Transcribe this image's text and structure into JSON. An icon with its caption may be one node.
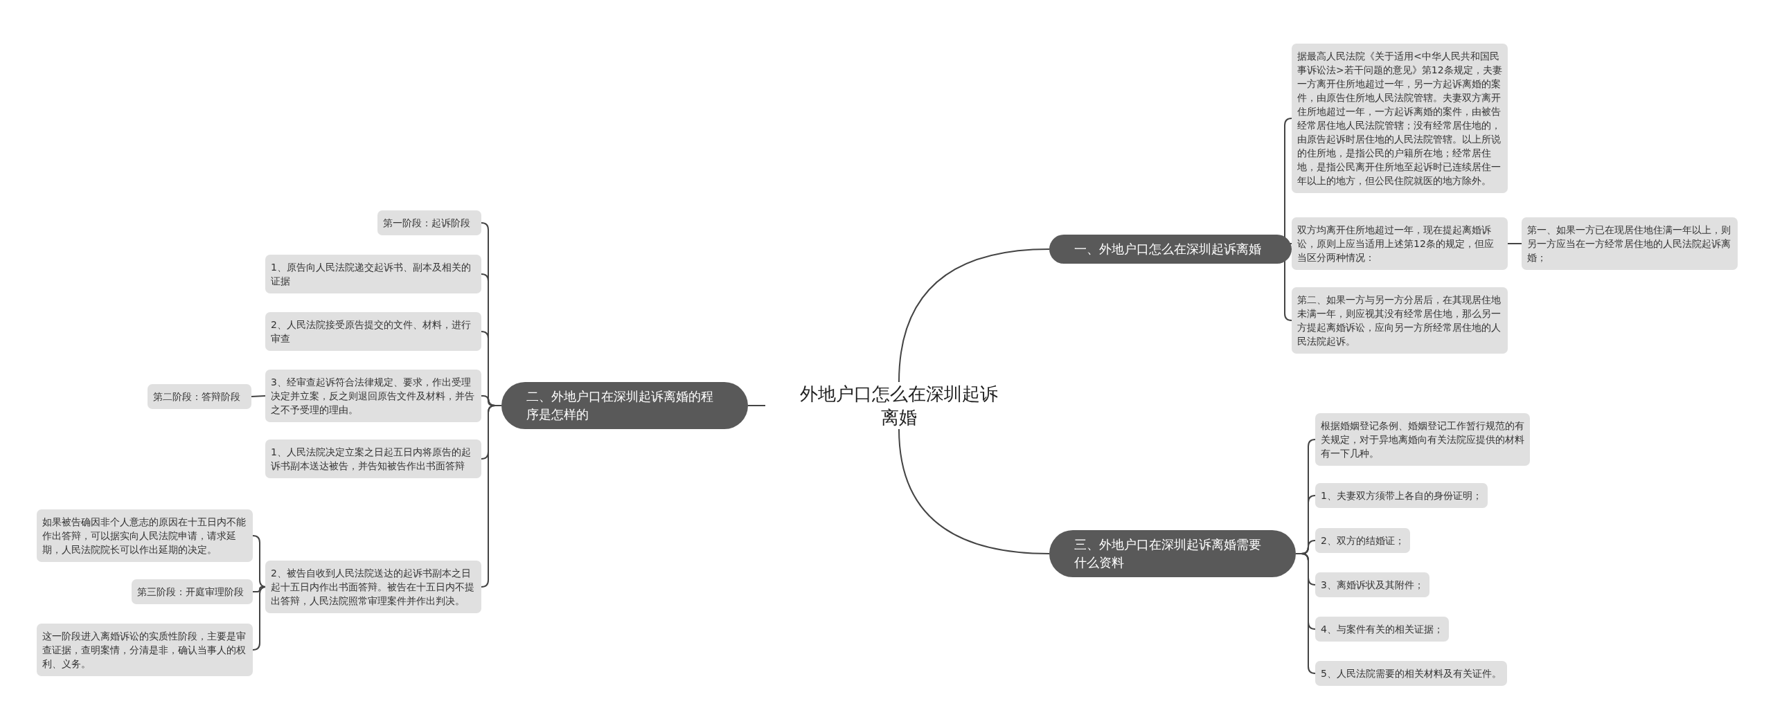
{
  "diagram": {
    "nodes": [
      {
        "text": [
          "外地户口怎么在深圳起诉离婚"
        ]
      },
      {
        "text": [
          "一、外地户口怎么在深圳起诉离婚"
        ]
      },
      {
        "text": [
          "据最高人民法院《关于适用<中华人民共和国民事诉讼法>若干问题的意见》第12条规定，夫妻一方离开住所地超过一年，另一方起诉离婚的案件，由原告住所地人民法院管辖。夫妻双方离开住所地超过一年，一方起诉离婚的案件，由被告经常居住地人民法院管辖；没有经常居住地的，由原告起诉时居住地的人民法院管辖。以上所说的住所地，是指公民的户籍所在地；经常居住地，是指公民离开住所地至起诉时已连续居住一年以上的地方，但公民住院就医的地方除外。"
        ]
      },
      {
        "text": [
          "双方均离开住所地超过一年，现在提起离婚诉讼，原则上应当适用上述第12条的规定，但应当区分两种情况："
        ]
      },
      {
        "text": [
          "第一、如果一方已在现居住地住满一年以上，则另一方应当在一方经常居住地的人民法院起诉离婚；"
        ]
      },
      {
        "text": [
          "第二、如果一方与另一方分居后，在其现居住地未满一年，则应视其没有经常居住地，那么另一方提起离婚诉讼，应向另一方所经常居住地的人民法院起诉。"
        ]
      },
      {
        "text": [
          "二、外地户口在深圳起诉离婚的程序是怎样的"
        ]
      },
      {
        "text": [
          "第一阶段：起诉阶段"
        ]
      },
      {
        "text": [
          "1、原告向人民法院递交起诉书、副本及相关的证据"
        ]
      },
      {
        "text": [
          "2、人民法院接受原告提交的文件、材料，进行审查"
        ]
      },
      {
        "text": [
          "3、经审查起诉符合法律规定、要求，作出受理决定并立案，反之则退回原告文件及材料，并告之不予受理的理由。"
        ]
      },
      {
        "text": [
          "第二阶段：答辩阶段"
        ]
      },
      {
        "text": [
          "1、人民法院决定立案之日起五日内将原告的起诉书副本送达被告，并告知被告作出书面答辩"
        ]
      },
      {
        "text": [
          "2、被告自收到人民法院送达的起诉书副本之日起十五日内作出书面答辩。被告在十五日内不提出答辩，人民法院照常审理案件并作出判决。"
        ]
      },
      {
        "text": [
          "如果被告确因非个人意志的原因在十五日内不能作出答辩，可以据实向人民法院申请，请求延期，人民法院院长可以作出延期的决定。"
        ]
      },
      {
        "text": [
          "第三阶段：开庭审理阶段"
        ]
      },
      {
        "text": [
          "这一阶段进入离婚诉讼的实质性阶段，主要是审查证据，查明案情，分清是非，确认当事人的权利、义务。"
        ]
      },
      {
        "text": [
          "三、外地户口在深圳起诉离婚需要什么资料"
        ]
      },
      {
        "text": [
          "根据婚姻登记条例、婚姻登记工作暂行规范的有关规定，对于异地离婚向有关法院应提供的材料有一下几种。"
        ]
      },
      {
        "text": [
          "1、夫妻双方须带上各自的身份证明；"
        ]
      },
      {
        "text": [
          "2、双方的结婚证；"
        ]
      },
      {
        "text": [
          "3、离婚诉状及其附件；"
        ]
      },
      {
        "text": [
          "4、与案件有关的相关证据；"
        ]
      },
      {
        "text": [
          "5、人民法院需要的相关材料及有关证件。"
        ]
      }
    ],
    "edges": [
      {
        "from": 0,
        "to": 1,
        "arrow": "none"
      },
      {
        "from": 1,
        "to": 2,
        "arrow": "none"
      },
      {
        "from": 1,
        "to": 3,
        "arrow": "none"
      },
      {
        "from": 3,
        "to": 4,
        "arrow": "none"
      },
      {
        "from": 1,
        "to": 5,
        "arrow": "none"
      },
      {
        "from": 0,
        "to": 6,
        "arrow": "none"
      },
      {
        "from": 6,
        "to": 7,
        "arrow": "none"
      },
      {
        "from": 6,
        "to": 8,
        "arrow": "none"
      },
      {
        "from": 6,
        "to": 9,
        "arrow": "none"
      },
      {
        "from": 6,
        "to": 10,
        "arrow": "none"
      },
      {
        "from": 10,
        "to": 11,
        "arrow": "none"
      },
      {
        "from": 6,
        "to": 12,
        "arrow": "none"
      },
      {
        "from": 6,
        "to": 13,
        "arrow": "none"
      },
      {
        "from": 13,
        "to": 14,
        "arrow": "none"
      },
      {
        "from": 13,
        "to": 15,
        "arrow": "none"
      },
      {
        "from": 13,
        "to": 16,
        "arrow": "none"
      },
      {
        "from": 0,
        "to": 17,
        "arrow": "none"
      },
      {
        "from": 17,
        "to": 18,
        "arrow": "none"
      },
      {
        "from": 17,
        "to": 19,
        "arrow": "none"
      },
      {
        "from": 17,
        "to": 20,
        "arrow": "none"
      },
      {
        "from": 17,
        "to": 21,
        "arrow": "none"
      },
      {
        "from": 17,
        "to": 22,
        "arrow": "none"
      },
      {
        "from": 17,
        "to": 23,
        "arrow": "none"
      }
    ]
  }
}
